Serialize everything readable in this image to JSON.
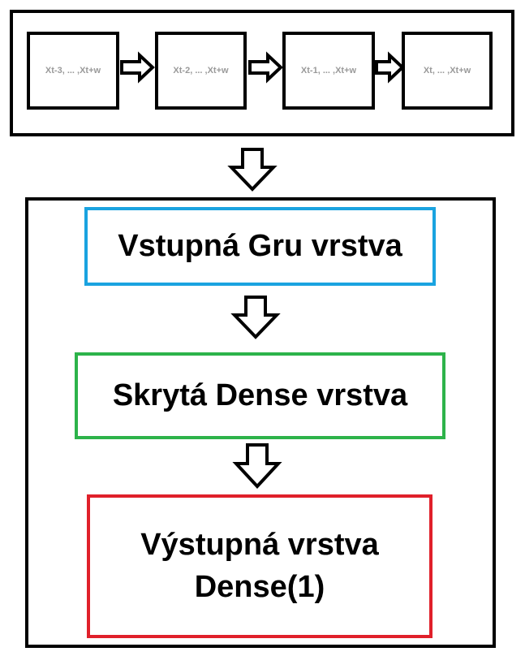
{
  "sequence": {
    "steps": [
      {
        "label": "Xt-3, ... ,Xt+w"
      },
      {
        "label": "Xt-2, ... ,Xt+w"
      },
      {
        "label": "Xt-1, ... ,Xt+w"
      },
      {
        "label": "Xt, ... ,Xt+w"
      }
    ]
  },
  "model": {
    "input_layer": {
      "label": "Vstupná Gru vrstva",
      "color": "#1aa3e0"
    },
    "hidden_layer": {
      "label": "Skrytá Dense vrstva",
      "color": "#2db34a"
    },
    "output_layer": {
      "line1": "Výstupná vrstva",
      "line2": "Dense(1)",
      "color": "#e0202a"
    }
  }
}
